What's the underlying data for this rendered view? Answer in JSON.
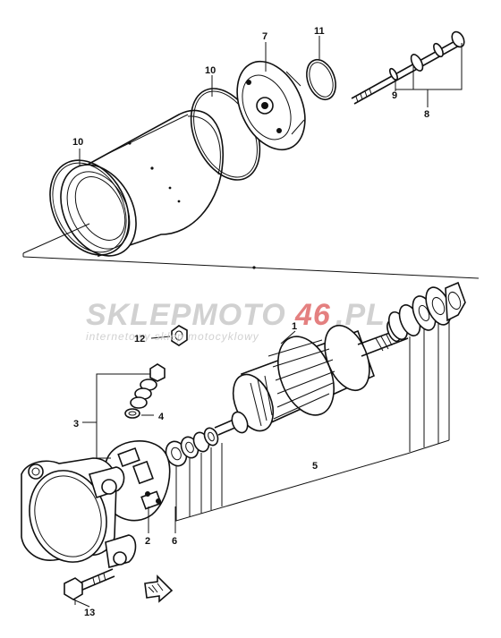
{
  "callouts": {
    "c1": "1",
    "c2": "2",
    "c3": "3",
    "c4": "4",
    "c5": "5",
    "c6": "6",
    "c7": "7",
    "c8": "8",
    "c9": "9",
    "c10a": "10",
    "c10b": "10",
    "c11": "11",
    "c12": "12",
    "c13": "13"
  },
  "watermark": {
    "brand_part1": "SKLEPMOTO",
    "brand_part2": "46",
    "brand_part3": ".PL",
    "tagline": "internetowy sklep motocyklowy"
  },
  "colors": {
    "ink": "#111111",
    "watermark_gray": "#c9c9c9",
    "watermark_red": "#e06a6a"
  },
  "icons": {
    "front_arrow": "arrow-front-icon"
  }
}
